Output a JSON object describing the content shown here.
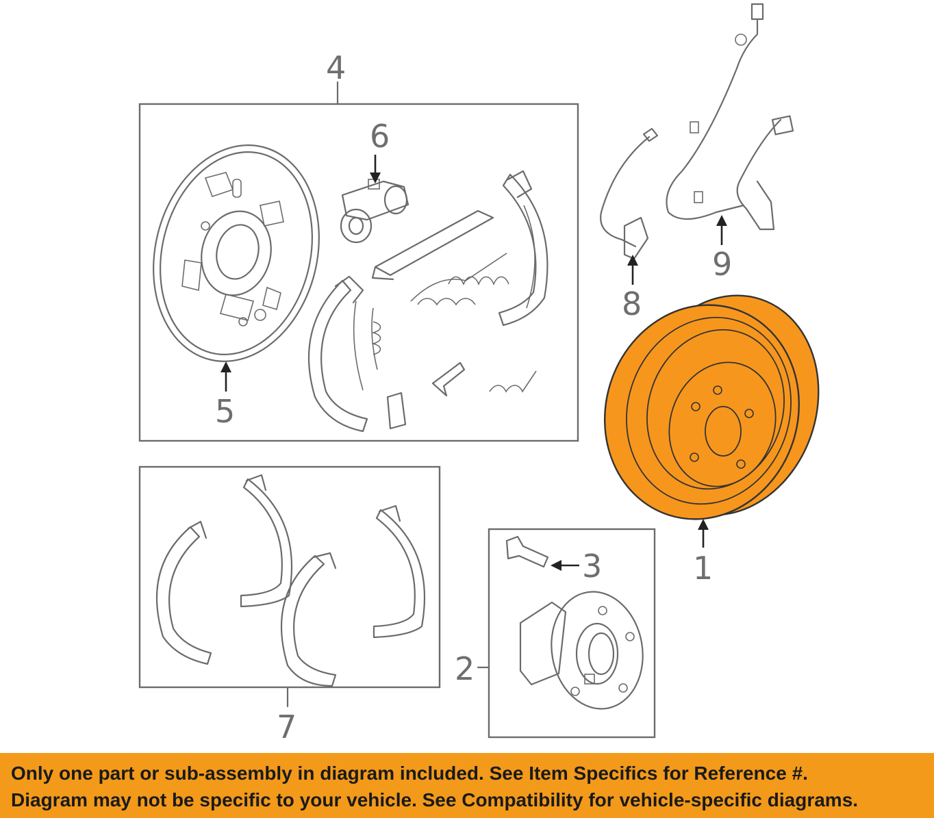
{
  "callouts": {
    "c1": "1",
    "c2": "2",
    "c3": "3",
    "c4": "4",
    "c5": "5",
    "c6": "6",
    "c7": "7",
    "c8": "8",
    "c9": "9"
  },
  "colors": {
    "highlight": "#f7961d",
    "line": "#6b6b6b",
    "banner": "#f39a1a"
  },
  "banner": {
    "line1": "Only one part or sub-assembly in diagram included. See Item Specifics for Reference #.",
    "line2": "Diagram may not be specific to your vehicle. See Compatibility for vehicle-specific diagrams."
  }
}
